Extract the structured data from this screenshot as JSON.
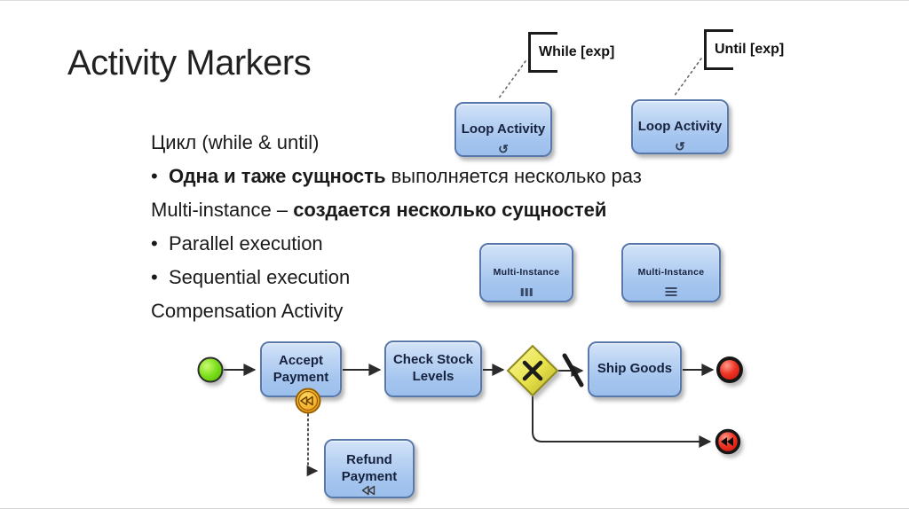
{
  "slide": {
    "title": "Activity Markers"
  },
  "bullets": {
    "line1": "Цикл (while & until)",
    "line2_bullet": "•",
    "line2_bold": "Одна и таже сущность",
    "line2_rest": " выполняется несколько раз",
    "line3_pre": "Multi-instance – ",
    "line3_bold": "создается несколько сущностей",
    "line4_bullet": "•",
    "line4_text": "Parallel execution",
    "line5_bullet": "•",
    "line5_text": "Sequential execution",
    "line6": "Compensation Activity"
  },
  "callouts": {
    "while_label": "While [exp]",
    "until_label": "Until [exp]"
  },
  "activity_boxes": {
    "loop1_label": "Loop Activity",
    "loop2_label": "Loop Activity",
    "mi1_label": "Multi-Instance",
    "mi2_label": "Multi-Instance",
    "loop_marker_glyph": "↺"
  },
  "process": {
    "accept_label": "Accept Payment",
    "check_label": "Check Stock Levels",
    "ship_label": "Ship Goods",
    "refund_label": "Refund Payment"
  },
  "icons": {
    "parallel_marker": "|||",
    "sequential_marker": "≡",
    "loop_marker": "circular-arrow",
    "compensation_marker": "double-left-triangles",
    "gateway_marker": "x-cross",
    "default_flow_marker": "slash"
  },
  "colors": {
    "task_border": "#5878ab",
    "task_fill": "#aecbf0",
    "gateway_fill": "#e8e24a",
    "start_event": "#7ee01e",
    "end_event": "#e02818",
    "compensation_event": "#f2a51d",
    "connector": "#2b2b2b",
    "text": "#1a1a1a"
  }
}
